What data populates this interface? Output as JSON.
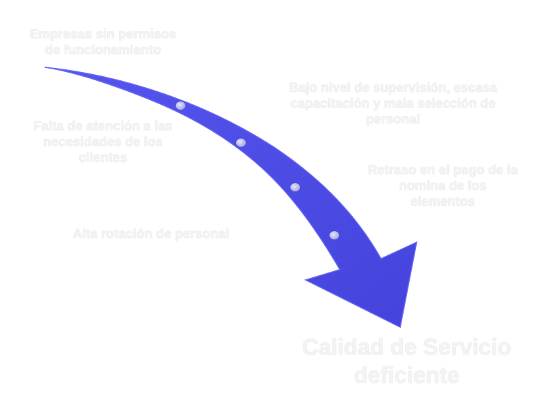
{
  "labels": {
    "empresas": "Empresas sin permisos\nde funcionamiento",
    "falta_atencion": "Falta de atención a las\nnecesidades de los\nclientes",
    "alta_rotacion": "Alta rotación de personal",
    "bajo_nivel": "Bajo nivel de supervisión, escasa\ncapacitación  y mala selección de\npersonal",
    "retraso": "Retraso en el pago de la\nnomina de los\nelementos",
    "resultado": "Calidad de Servicio\ndeficiente"
  },
  "colors": {
    "arrow": "#4b4be6",
    "text": "#f3f3f3",
    "dot": "#c8c8f0"
  }
}
